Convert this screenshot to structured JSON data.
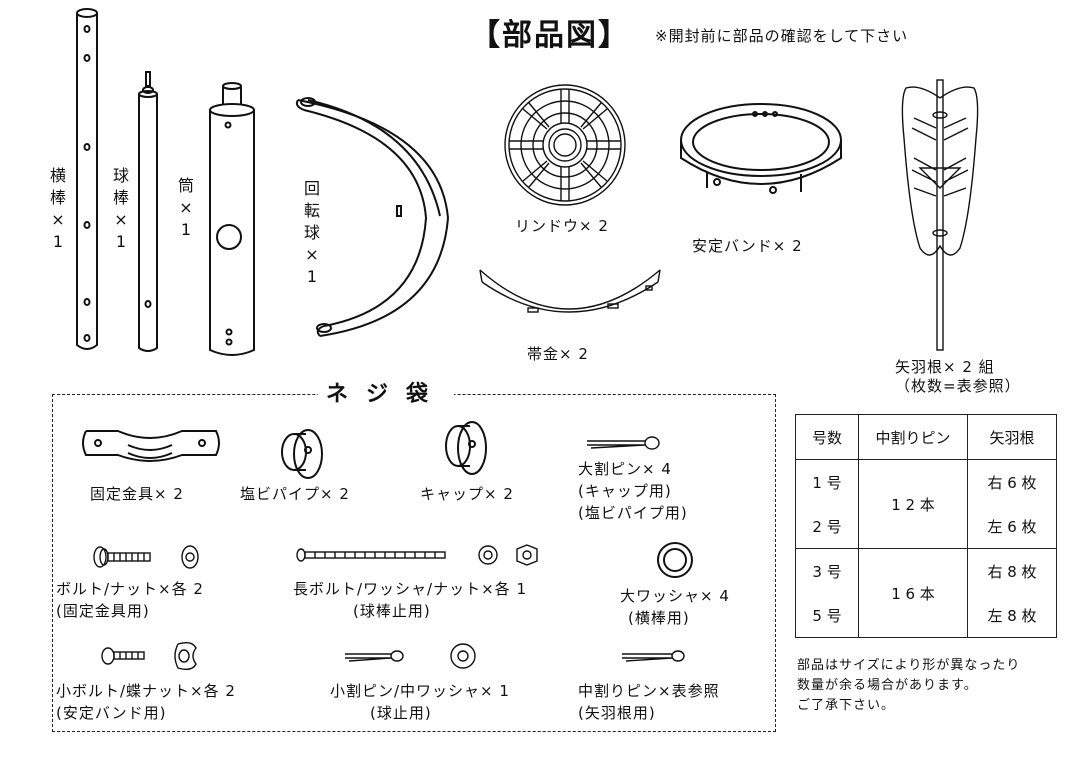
{
  "header": {
    "title": "【部品図】",
    "subtitle": "※開封前に部品の確認をして下さい"
  },
  "parts": [
    {
      "id": "yokobou",
      "label": [
        "横",
        "棒",
        "×",
        "1"
      ]
    },
    {
      "id": "kyuubou",
      "label": [
        "球",
        "棒",
        "×",
        "1"
      ]
    },
    {
      "id": "tsutsu",
      "label": [
        "筒",
        "×",
        "1"
      ]
    },
    {
      "id": "kaitenkyu",
      "label": [
        "回",
        "転",
        "球",
        "×",
        "1"
      ]
    },
    {
      "id": "rindou",
      "label": "リンドウ× 2"
    },
    {
      "id": "antei_band",
      "label": "安定バンド× 2"
    },
    {
      "id": "obigane",
      "label": "帯金× 2"
    },
    {
      "id": "yabane",
      "label": "矢羽根× 2 組",
      "sub": "（枚数=表参照）"
    }
  ],
  "screw_bag": {
    "title": "ネジ袋",
    "items": [
      {
        "label": "固定金具× 2"
      },
      {
        "label": "塩ビパイプ× 2"
      },
      {
        "label": "キャップ× 2"
      },
      {
        "label": "大割ピン× 4",
        "sub1": "(キャップ用)",
        "sub2": "(塩ビパイプ用)"
      },
      {
        "label": "ボルト/ナット×各 2",
        "sub1": "(固定金具用)"
      },
      {
        "label": "長ボルト/ワッシャ/ナット×各 1",
        "sub1": "(球棒止用)"
      },
      {
        "label": "大ワッシャ× 4",
        "sub1": "(横棒用)"
      },
      {
        "label": "小ボルト/蝶ナット×各 2",
        "sub1": "(安定バンド用)"
      },
      {
        "label": "小割ピン/中ワッシャ× 1",
        "sub1": "(球止用)"
      },
      {
        "label": "中割りピン×表参照",
        "sub1": "(矢羽根用)"
      }
    ]
  },
  "spec_table": {
    "headers": [
      "号数",
      "中割りピン",
      "矢羽根"
    ],
    "rows": [
      {
        "sizes": [
          "1 号",
          "2 号"
        ],
        "pins": "1 2 本",
        "feathers": [
          "右 6 枚",
          "左 6 枚"
        ]
      },
      {
        "sizes": [
          "3 号",
          "5 号"
        ],
        "pins": "1 6 本",
        "feathers": [
          "右 8 枚",
          "左 8 枚"
        ]
      }
    ]
  },
  "note": {
    "lines": [
      "部品はサイズにより形が異なったり",
      "数量が余る場合があります。",
      "ご了承下さい。"
    ]
  }
}
